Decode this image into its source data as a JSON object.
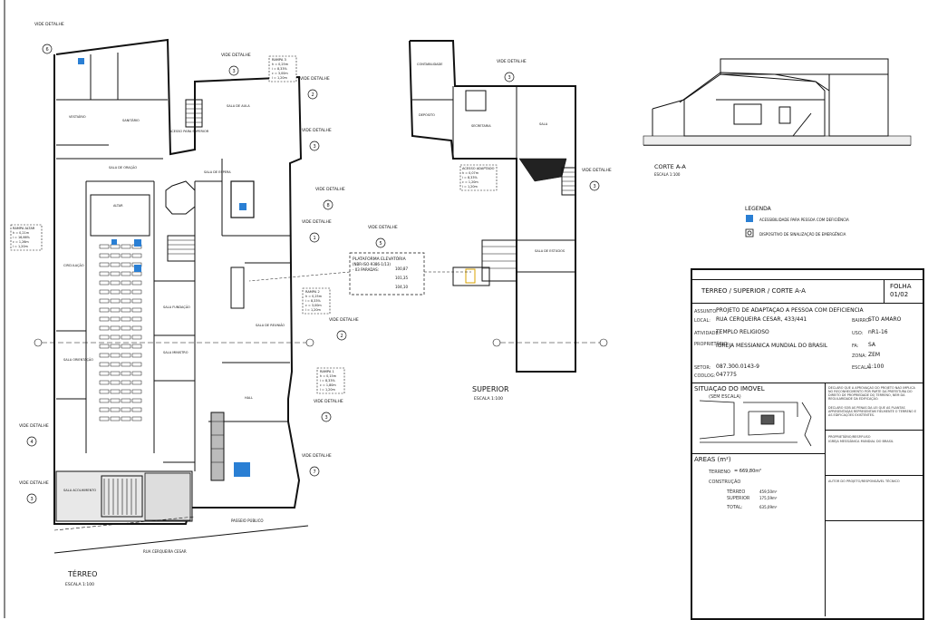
{
  "terreo": {
    "title": "TÉRREO",
    "scale": "ESCALA 1:100",
    "street": "RUA CERQUEIRA CESAR",
    "sidewalk": "PASSEIO PÚBLICO",
    "rooms": [
      "SALA DE ORAÇÃO",
      "ALTAR",
      "CIRCULAÇÃO",
      "SALA ACOLHIMENTO",
      "SALA ORIENTAÇÃO",
      "SALA FUNDAÇÃO",
      "SALA MINISTRO",
      "SALA DE REUNIÃO",
      "ACESSO PARA SUPERIOR",
      "SALA DE ESPERA",
      "SALA DE AULA",
      "SANITÁRIO",
      "VESTIÁRIO",
      "HALL"
    ]
  },
  "superior": {
    "title": "SUPERIOR",
    "scale": "ESCALA 1:100",
    "rooms": [
      "CONTABILIDADE",
      "SECRETARIA",
      "SALA",
      "SALA DE ESTUDOS",
      "ACESSO ADAPTADO",
      "DEPÓSITO"
    ]
  },
  "corte": {
    "title": "CORTE A-A",
    "scale": "ESCALA 1:100"
  },
  "vide_label": "VIDE DETALHE",
  "vide_numbers": [
    "6",
    "3",
    "2",
    "3",
    "8",
    "1",
    "4",
    "3",
    "7",
    "2",
    "5",
    "3",
    "3",
    "3"
  ],
  "plataforma": {
    "title": "PLATAFORMA ELEVATÓRIA",
    "norm": "(NBR-ISO-9386-1/13)",
    "stops": "- 03 PARADAS:",
    "levels": [
      "100,87",
      "101,35",
      "104,10"
    ]
  },
  "rampas": [
    {
      "name": "RAMPA 3",
      "values": [
        "h = 0,25m",
        "i = 8,33%",
        "c = 3,00m",
        "l = 1,20m"
      ]
    },
    {
      "name": "RAMPA 2",
      "values": [
        "h = 0,25m",
        "i = 8,33%",
        "c = 3,00m",
        "l = 1,20m"
      ]
    },
    {
      "name": "RAMPA 1",
      "values": [
        "h = 0,15m",
        "i = 8,33%",
        "c = 1,80m",
        "l = 1,20m"
      ]
    },
    {
      "name": "RAMPA ALTAR",
      "values": [
        "h = 0,21m",
        "i = 16,66%",
        "c = 1,26m",
        "l = 1,20m"
      ]
    },
    {
      "name": "ACESSO ADAPTADO",
      "values": [
        "h = 0,07m",
        "i = 8,33%",
        "c = 1,20m",
        "l = 1,20m"
      ]
    }
  ],
  "legenda": {
    "title": "LEGENDA",
    "items": [
      {
        "symbol": "blue-square",
        "text": "ACESSIBILIDADE PARA PESSOA COM DEFICIÊNCIA"
      },
      {
        "symbol": "circle",
        "text": "DISPOSITIVO DE SINALIZAÇÃO DE EMERGÊNCIA"
      }
    ]
  },
  "title_block": {
    "sheet_title": "TÉRREO / SUPERIOR / CORTE A-A",
    "folha_label": "FOLHA",
    "folha": "01/02",
    "assunto_label": "ASSUNTO:",
    "assunto": "PROJETO DE ADAPTAÇÃO A PESSOA COM DEFICIÊNCIA",
    "local_label": "LOCAL:",
    "local": "RUA CERQUEIRA CESAR, 433/441",
    "bairro_label": "BAIRRO:",
    "bairro": "STO AMARO",
    "atividade_label": "ATIVIDADE:",
    "atividade": "TEMPLO RELIGIOSO",
    "uso_label": "USO:",
    "uso": "nR1-16",
    "prop_label": "PROPRIETÁRIO:",
    "proprietario": "IGREJA MESSIÂNICA MUNDIAL DO BRASIL",
    "fa_label": "FA:",
    "fa": "SA",
    "zona_label": "ZONA:",
    "zona": "ZEM",
    "setor_label": "SETOR:",
    "setor": "087.300.0143-9",
    "codlog_label": "CODLOG:",
    "codlog": "047775",
    "escala_label": "ESCALA:",
    "escala": "1:100",
    "situacao_title": "SITUAÇÃO DO IMÓVEL",
    "sem_escala": "(SEM ESCALA)",
    "areas_title": "ÁREAS (m²)",
    "terreno_label": "TERRENO",
    "terreno_value": "= 669,80m²",
    "construcao_label": "CONSTRUÇÃO",
    "area_rows": [
      {
        "label": "TÉRREO",
        "value": "459,50m²"
      },
      {
        "label": "SUPERIOR",
        "value": "175,59m²"
      },
      {
        "label": "TOTAL:",
        "value": "635,09m²"
      }
    ],
    "declaro1": "DECLARO QUE A APROVAÇÃO DO PROJETO NÃO IMPLICA NO RECONHECIMENTO POR PARTE DA PREFEITURA DO DIREITO DE PROPRIEDADE DO TERRENO, NEM DA REGULARIDADE DA EDIFICAÇÃO.",
    "declaro2": "DECLARO SOB AS PENAS DA LEI QUE AS PLANTAS APRESENTADAS REPRESENTAM FIELMENTE O TERRENO E AS EDIFICAÇÕES EXISTENTES.",
    "prop_sign": "PROPRIETÁRIO/RESP.P.USO",
    "prop_sign2": "IGREJA MESSIÂNICA MUNDIAL DO BRASIL",
    "autor_sign": "AUTOR DO PROJETO/RESPONSÁVEL TÉCNICO"
  }
}
